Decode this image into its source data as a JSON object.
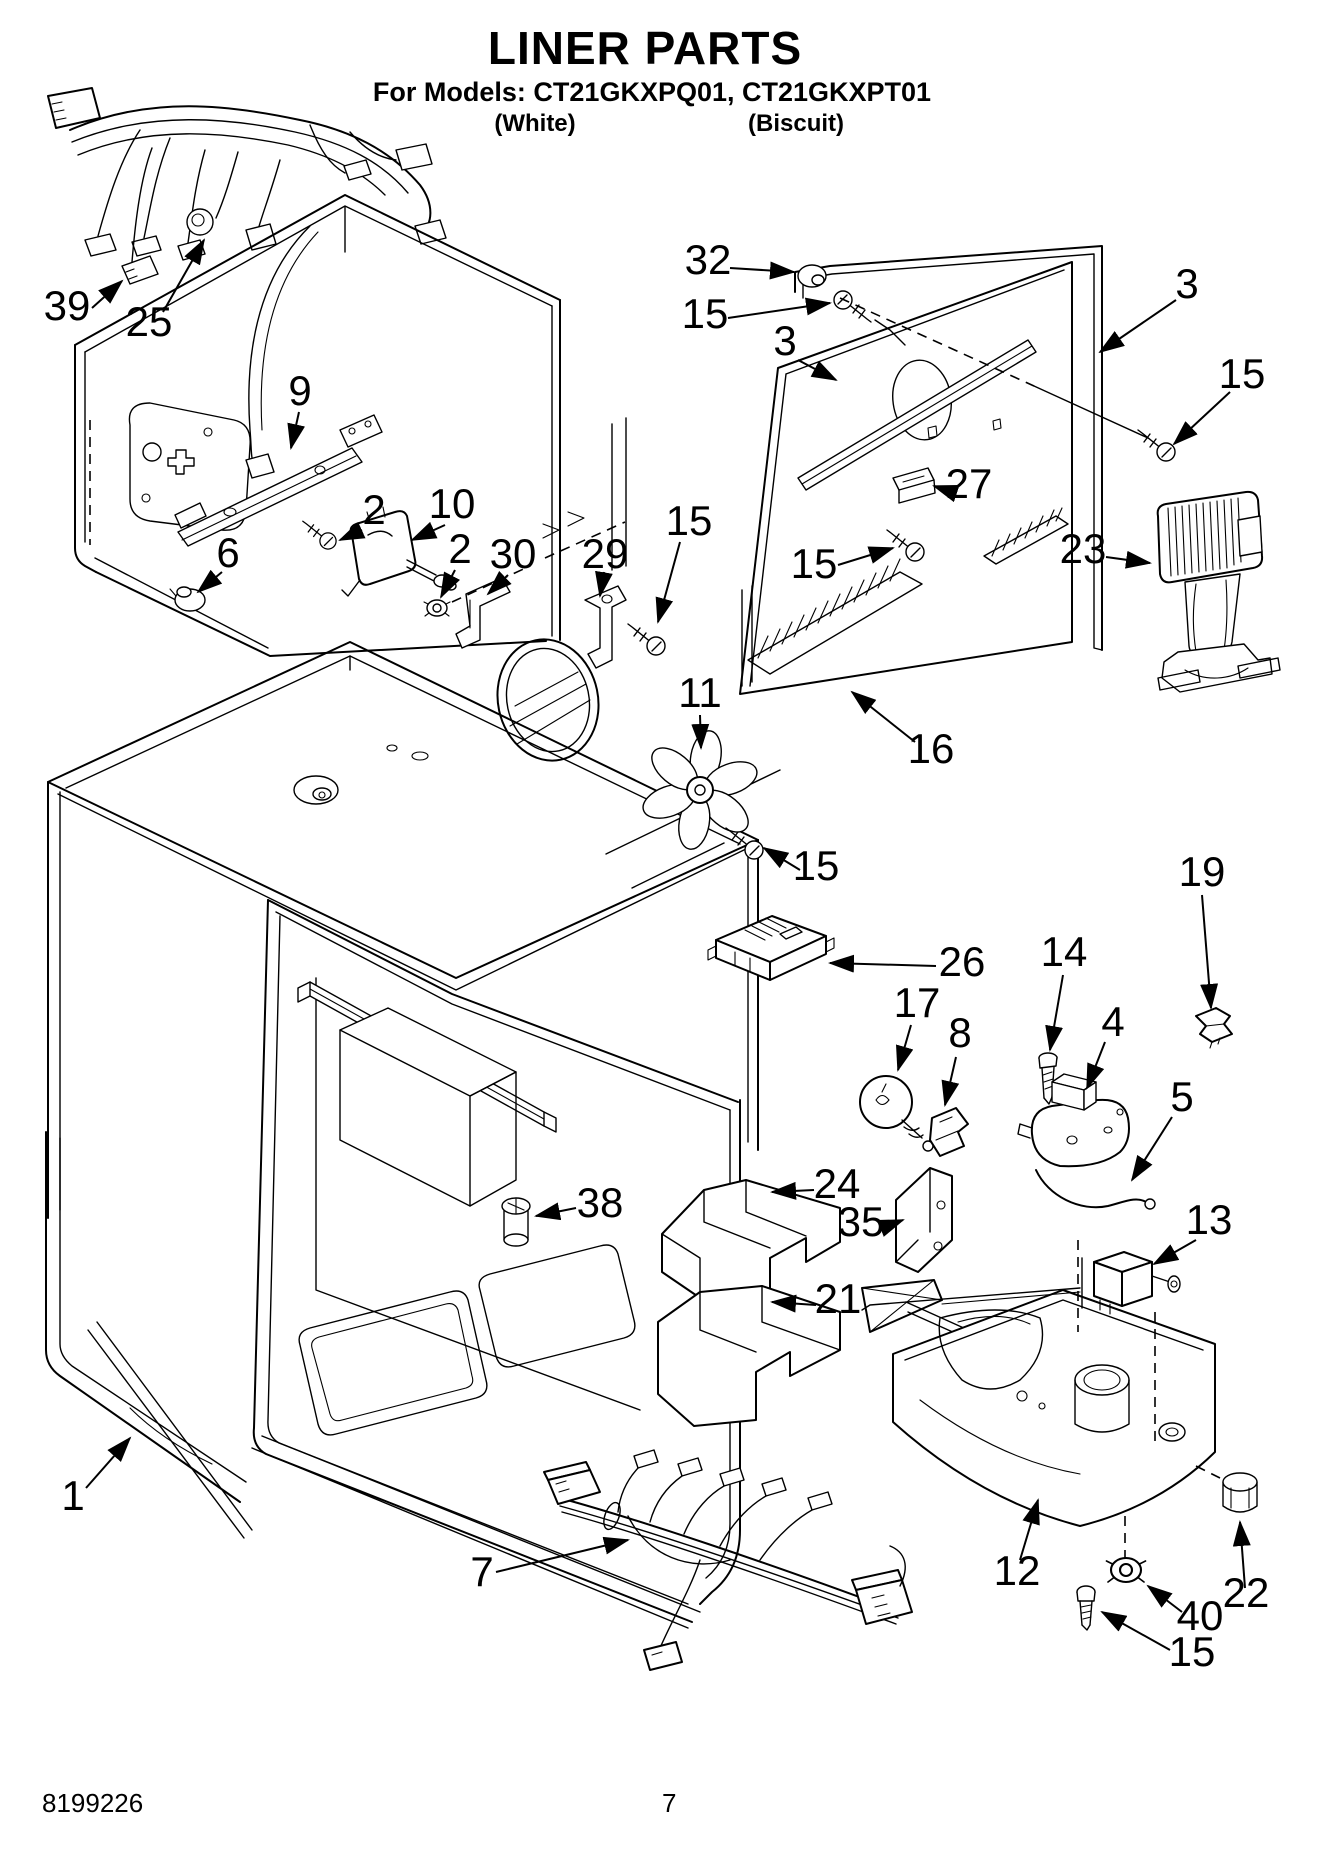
{
  "page": {
    "title": "LINER PARTS",
    "models_line": "For Models: CT21GKXPQ01, CT21GKXPT01",
    "finish_left": "(White)",
    "finish_right": "(Biscuit)",
    "footer_doc_number": "8199226",
    "footer_page_number": "7"
  },
  "diagram": {
    "ink_color": "#000000",
    "paper_color": "#ffffff",
    "callouts": [
      {
        "label": "39"
      },
      {
        "label": "25"
      },
      {
        "label": "9"
      },
      {
        "label": "2"
      },
      {
        "label": "10"
      },
      {
        "label": "2"
      },
      {
        "label": "30"
      },
      {
        "label": "29"
      },
      {
        "label": "15"
      },
      {
        "label": "6"
      },
      {
        "label": "32"
      },
      {
        "label": "15"
      },
      {
        "label": "3"
      },
      {
        "label": "3"
      },
      {
        "label": "15"
      },
      {
        "label": "27"
      },
      {
        "label": "15"
      },
      {
        "label": "23"
      },
      {
        "label": "16"
      },
      {
        "label": "11"
      },
      {
        "label": "15"
      },
      {
        "label": "26"
      },
      {
        "label": "14"
      },
      {
        "label": "19"
      },
      {
        "label": "17"
      },
      {
        "label": "8"
      },
      {
        "label": "4"
      },
      {
        "label": "5"
      },
      {
        "label": "24"
      },
      {
        "label": "35"
      },
      {
        "label": "38"
      },
      {
        "label": "21"
      },
      {
        "label": "13"
      },
      {
        "label": "1"
      },
      {
        "label": "7"
      },
      {
        "label": "12"
      },
      {
        "label": "40"
      },
      {
        "label": "22"
      },
      {
        "label": "15"
      }
    ]
  }
}
